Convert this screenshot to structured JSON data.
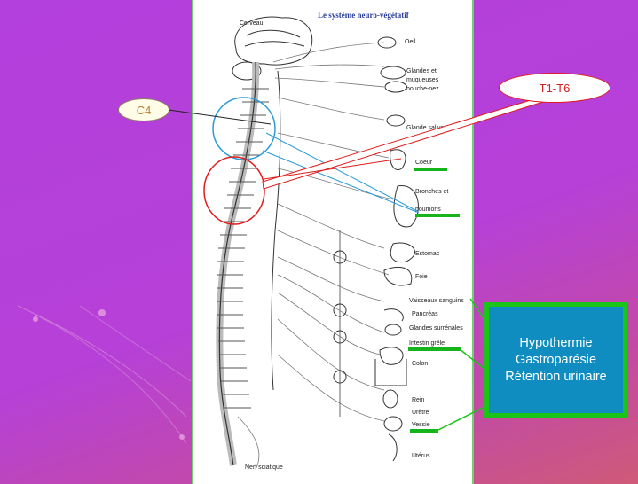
{
  "diagram": {
    "title": "Le système neuro-végétatif",
    "labels": {
      "brain": "Cerveau",
      "eye": "Oeil",
      "glands": [
        "Glandes et",
        "muqueuses",
        "bouche-nez"
      ],
      "salivary": "Glande salivaire",
      "heart": "Coeur",
      "bronchi": [
        "Bronches et",
        "poumons"
      ],
      "stomach": "Estomac",
      "liver": "Foie",
      "vessels": "Vaisseaux sanguins",
      "pancreas": "Pancréas",
      "adrenal": "Glandes surrénales",
      "intestine": "Intestin grêle",
      "colon": "Colon",
      "kidney": "Rein",
      "ureter": "Urètre",
      "bladder": "Vessie",
      "uterus": "Utérus",
      "sciatic": "Nerf sciatique"
    }
  },
  "annotations": {
    "c4": "C4",
    "t_range": "T1-T6",
    "callout": [
      "Hypothermie",
      "Gastroparésie",
      "Rétention urinaire"
    ]
  },
  "colors": {
    "background": "#b640d8",
    "callout_fill": "#0f8dc0",
    "callout_border": "#1bc419",
    "red": "#e21a1a",
    "blue": "#2a9bd6",
    "green": "#17b31a"
  }
}
